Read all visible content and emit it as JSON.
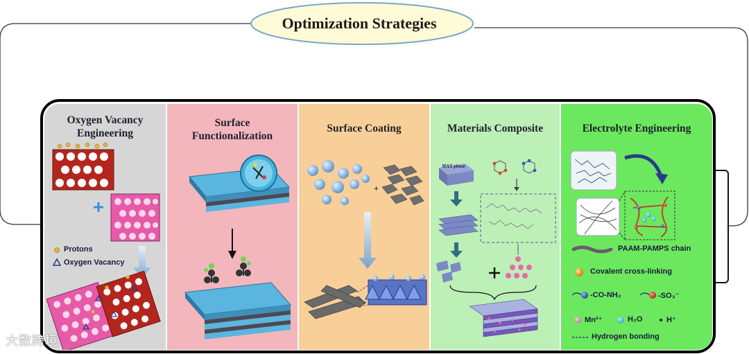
{
  "title": "Optimization Strategies",
  "panels": [
    {
      "title": "Oxygen Vacancy Engineering",
      "bg": "#d6d6d6"
    },
    {
      "title": "Surface Functionalization",
      "bg": "#f4b6bd"
    },
    {
      "title": "Surface Coating",
      "bg": "#f8cf98"
    },
    {
      "title": "Materials Composite",
      "bg": "#bdf0b6"
    },
    {
      "title": "Electrolyte Engineering",
      "bg": "#6ce85e"
    }
  ],
  "oxygen_vacancy": {
    "legend_protons": "Protons",
    "legend_vacancy": "Oxygen Vacancy"
  },
  "materials_composite": {
    "max_phase_label": "MAX phase"
  },
  "electrolyte": {
    "chain_label": "PAAM-PAMPS chain",
    "crosslink_label": "Covalent cross-linking",
    "conh2_label": "-CO-NH₂",
    "so3_label": "-SO₃⁻",
    "mn_label": "Mn²⁺",
    "h2o_label": "H₂O",
    "h_label": "H⁺",
    "hbond_label": "Hydrogen bonding"
  },
  "watermark": "大数跨境",
  "colors": {
    "title_ellipse": "#fffbd6",
    "sphere_blue": "#8fb7df",
    "crystal_red": "#b3261e",
    "crystal_pink": "#e65aa8",
    "mxene_blue": "#5ab6de",
    "mn_pink": "#e86aa6",
    "orange_ball": "#f08c1a",
    "navy": "#2b3a8c"
  }
}
